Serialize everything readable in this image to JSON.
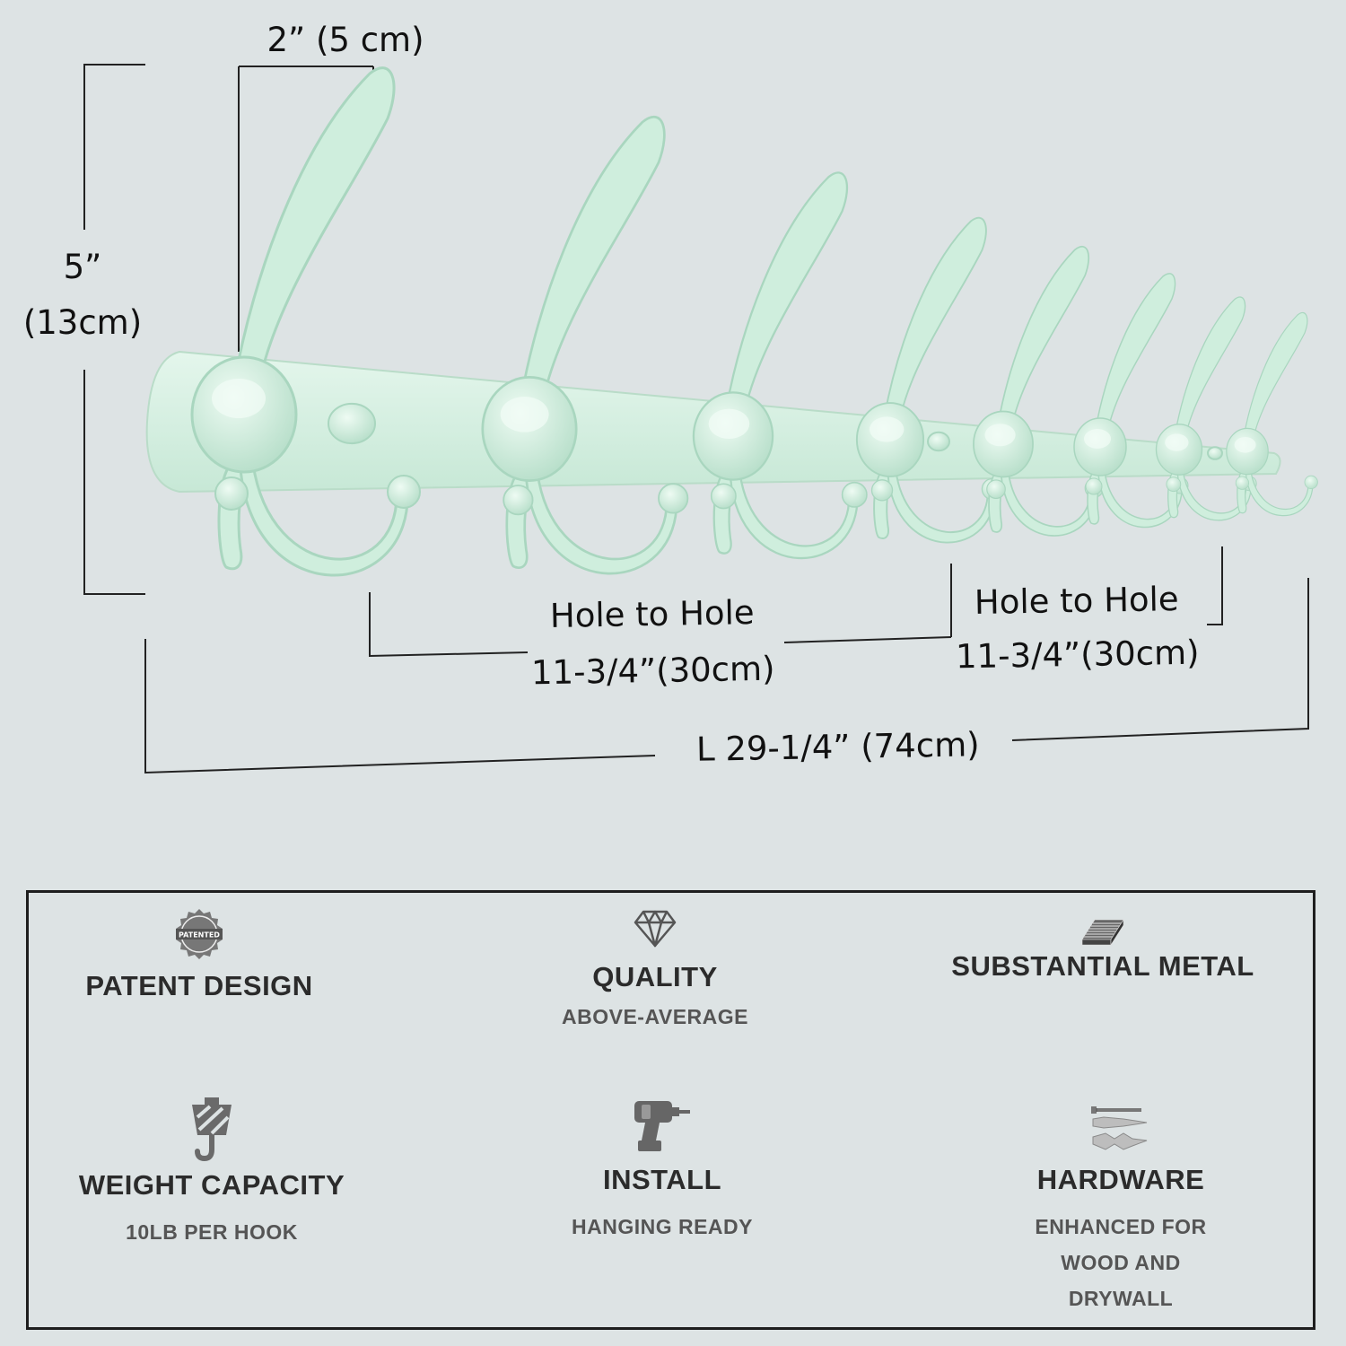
{
  "dimensions": {
    "hook_width": "2” (5 cm)",
    "height_in": "5”",
    "height_cm": "(13cm)",
    "hole_spacing_1_label": "Hole to Hole",
    "hole_spacing_1_value": "11-3/4”(30cm)",
    "hole_spacing_2_label": "Hole to Hole",
    "hole_spacing_2_value": "11-3/4”(30cm)",
    "total_length": "L 29-1/4” (74cm)"
  },
  "product": {
    "hook_color": "#cfeedd",
    "hook_shadow": "#a9d6bf",
    "hook_count": 8
  },
  "features": [
    {
      "icon": "patented-seal-icon",
      "title": "PATENT DESIGN",
      "subtitle": ""
    },
    {
      "icon": "diamond-icon",
      "title": "QUALITY",
      "subtitle": "ABOVE-AVERAGE"
    },
    {
      "icon": "metal-bars-icon",
      "title": "SUBSTANTIAL METAL",
      "subtitle": ""
    },
    {
      "icon": "crane-hook-icon",
      "title": "WEIGHT CAPACITY",
      "subtitle": "10LB PER HOOK"
    },
    {
      "icon": "drill-icon",
      "title": "INSTALL",
      "subtitle": "HANGING READY"
    },
    {
      "icon": "screw-anchor-icon",
      "title": "HARDWARE",
      "subtitle": "ENHANCED FOR WOOD AND DRYWALL"
    }
  ],
  "seal_text": "PATENTED"
}
